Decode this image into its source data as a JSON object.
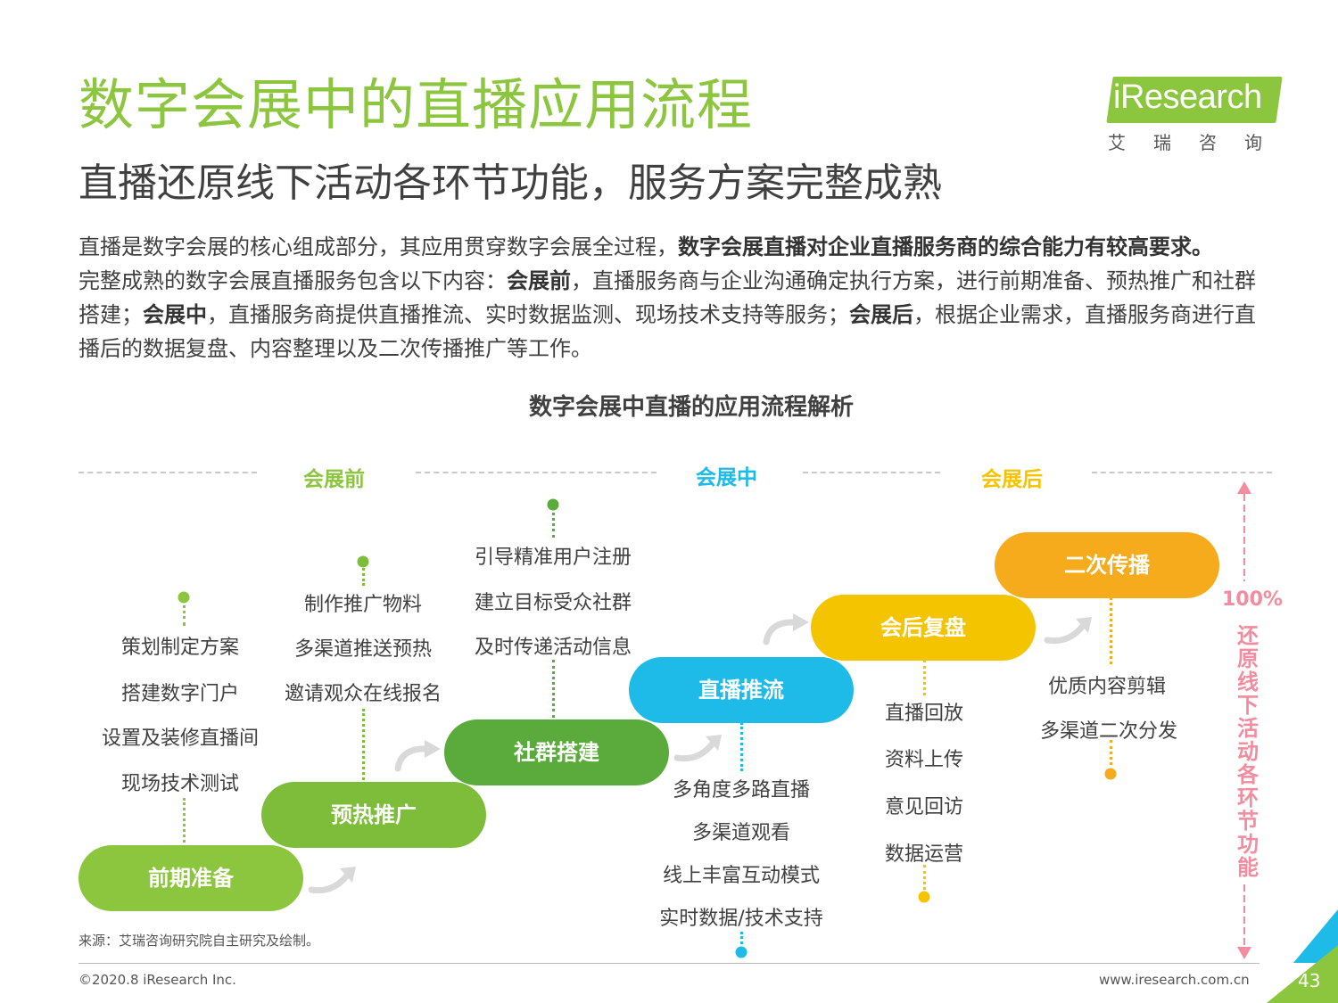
{
  "header": {
    "title": "数字会展中的直播应用流程",
    "subtitle": "直播还原线下活动各环节功能，服务方案完整成熟",
    "logo_text": "iResearch",
    "logo_cn": "艾瑞咨询"
  },
  "intro": {
    "s1": "直播是数字会展的核心组成部分，其应用贯穿数字会展全过程，",
    "s1_bold": "数字会展直播对企业直播服务商的综合能力有较高要求。",
    "s2": "完整成熟的数字会展直播服务包含以下内容：",
    "s2_bold": "会展前",
    "s3": "，直播服务商与企业沟通确定执行方案，进行前期准备、预热推广和社群搭建；",
    "s3_bold": "会展中",
    "s4": "，直播服务商提供直播推流、实时数据监测、现场技术支持等服务；",
    "s4_bold": "会展后",
    "s5": "，根据企业需求，直播服务商进行直播后的数据复盘、内容整理以及二次传播推广等工作。"
  },
  "diagram": {
    "title": "数字会展中直播的应用流程解析",
    "phases": {
      "before": "会展前",
      "during": "会展中",
      "after": "会展后"
    },
    "colors": {
      "green1": "#8cc63f",
      "green2": "#7dbd3a",
      "green3": "#5aab3c",
      "blue": "#1ebbe8",
      "yellow": "#f5c400",
      "orange": "#f5ab1b",
      "pink": "#f28c9e"
    },
    "steps": [
      {
        "label": "前期准备",
        "items": [
          "策划制定方案",
          "搭建数字门户",
          "设置及装修直播间",
          "现场技术测试"
        ]
      },
      {
        "label": "预热推广",
        "items": [
          "制作推广物料",
          "多渠道推送预热",
          "邀请观众在线报名"
        ]
      },
      {
        "label": "社群搭建",
        "items": [
          "引导精准用户注册",
          "建立目标受众社群",
          "及时传递活动信息"
        ]
      },
      {
        "label": "直播推流",
        "items": [
          "多角度多路直播",
          "多渠道观看",
          "线上丰富互动模式",
          "实时数据/技术支持"
        ]
      },
      {
        "label": "会后复盘",
        "items": [
          "直播回放",
          "资料上传",
          "意见回访",
          "数据运营"
        ]
      },
      {
        "label": "二次传播",
        "items": [
          "优质内容剪辑",
          "多渠道二次分发"
        ]
      }
    ],
    "side": {
      "percent": "100%",
      "label": "还原线下活动各环节功能"
    }
  },
  "footer": {
    "source": "来源：艾瑞咨询研究院自主研究及绘制。",
    "copyright": "©2020.8 iResearch Inc.",
    "url": "www.iresearch.com.cn",
    "page": "43"
  }
}
